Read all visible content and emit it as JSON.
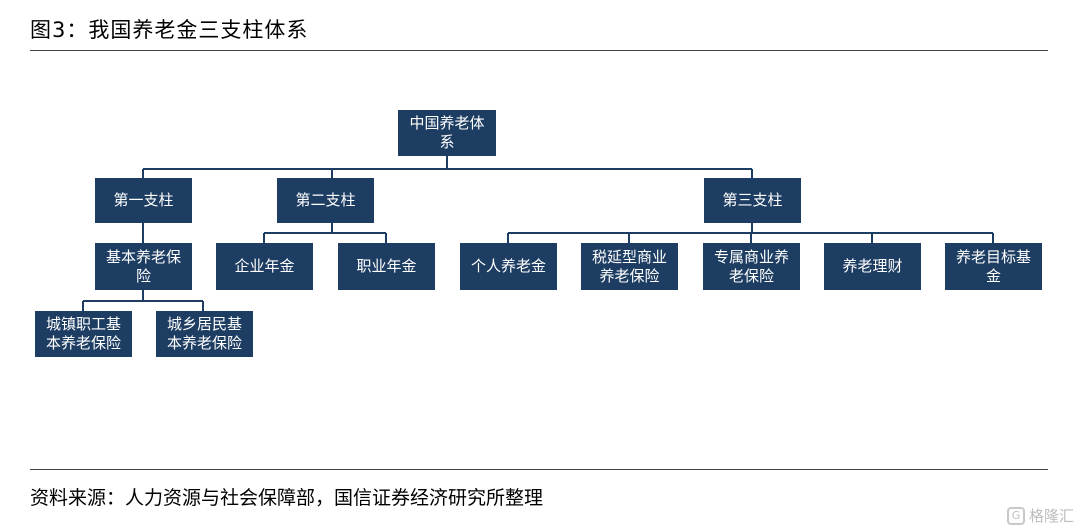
{
  "figure": {
    "title": "图3：我国养老金三支柱体系",
    "source": "资料来源：人力资源与社会保障部，国信证券经济研究所整理"
  },
  "watermark": {
    "logo": "G",
    "text": "格隆汇"
  },
  "diagram": {
    "root": "中国养老体\n系",
    "pillars": [
      "第一支柱",
      "第二支柱",
      "第三支柱"
    ],
    "pillar1_child": "基本养老保\n险",
    "pillar1_grandchildren": [
      "城镇职工基\n本养老保险",
      "城乡居民基\n本养老保险"
    ],
    "pillar2_children": [
      "企业年金",
      "职业年金"
    ],
    "pillar3_children": [
      "个人养老金",
      "税延型商业\n养老保险",
      "专属商业养\n老保险",
      "养老理财",
      "养老目标基\n金"
    ]
  },
  "colors": {
    "box_fill": "#1d3d62",
    "box_text": "#ffffff",
    "connector": "#1d3d62"
  }
}
